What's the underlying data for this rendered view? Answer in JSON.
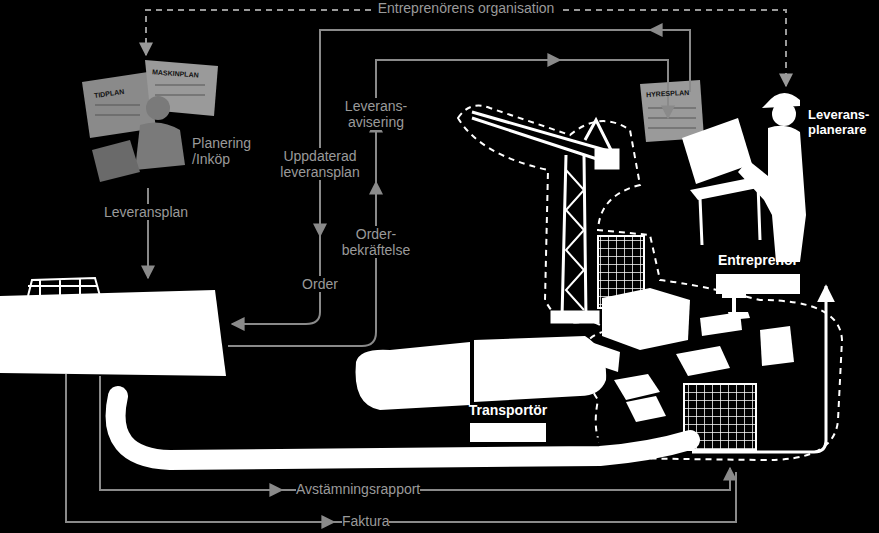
{
  "diagram": {
    "nodes": [
      {
        "text": [
          "Planering /Inköp"
        ]
      },
      {
        "text": [
          "Leverans- planerare"
        ]
      },
      {
        "text": [
          "Entreprenör"
        ]
      },
      {
        "text": [
          "Transportör"
        ]
      }
    ],
    "edges": [
      {
        "from": 0,
        "to": 1,
        "arrow": "both",
        "label": "Entreprenörens organisation"
      }
    ],
    "labels": [
      "TIDPLAN",
      "MASKINPLAN",
      "HYRESPLAN",
      "Leveransplan",
      "Uppdaterad leveransplan",
      "Order",
      "Leverans- avisering",
      "Order- bekräftelse",
      "Avstämningsrapport",
      "Faktura"
    ]
  }
}
